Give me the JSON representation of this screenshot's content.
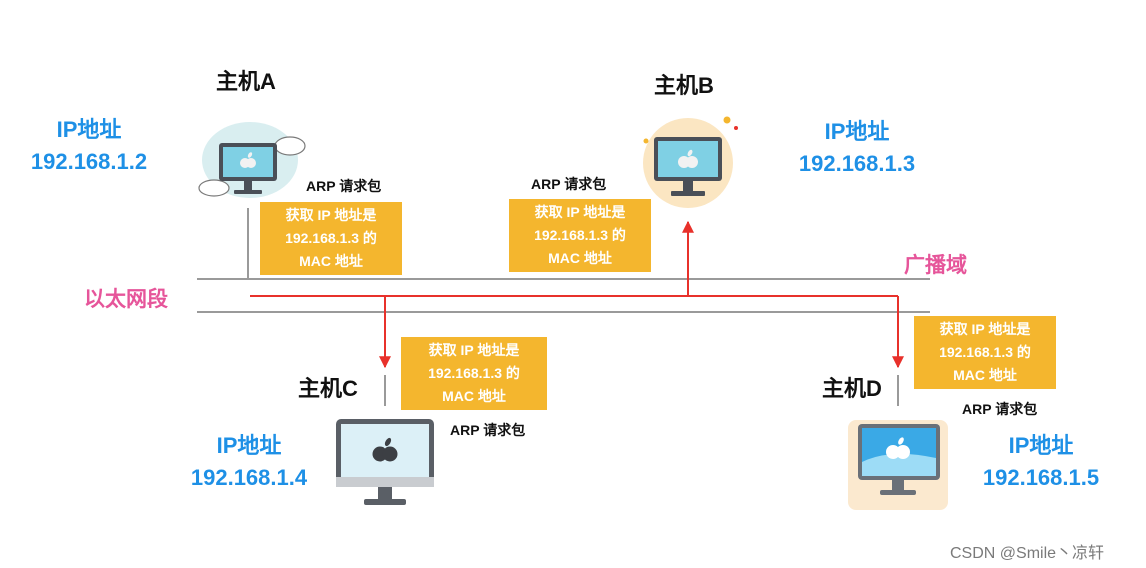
{
  "hosts": {
    "a": {
      "name": "主机A",
      "ip_label": "IP地址",
      "ip": "192.168.1.2",
      "arp": "ARP  请求包",
      "box": [
        "获取 IP 地址是",
        "192.168.1.3 的",
        "MAC 地址"
      ]
    },
    "b": {
      "name": "主机B",
      "ip_label": "IP地址",
      "ip": "192.168.1.3",
      "arp": "ARP  请求包",
      "box": [
        "获取 IP 地址是",
        "192.168.1.3 的",
        "MAC 地址"
      ]
    },
    "c": {
      "name": "主机C",
      "ip_label": "IP地址",
      "ip": "192.168.1.4",
      "arp": "ARP  请求包",
      "box": [
        "获取 IP 地址是",
        "192.168.1.3 的",
        "MAC 地址"
      ]
    },
    "d": {
      "name": "主机D",
      "ip_label": "IP地址",
      "ip": "192.168.1.5",
      "arp": "ARP  请求包",
      "box": [
        "获取 IP 地址是",
        "192.168.1.3 的",
        "MAC 地址"
      ]
    }
  },
  "segment_label": "以太网段",
  "broadcast_label": "广播域",
  "watermark": "CSDN @Smile丶凉轩",
  "colors": {
    "ip_text": "#1e90e6",
    "box_fill": "#f4b62e",
    "arrow": "#e8312b",
    "segment_text": "#e6559a",
    "cable": "#9a9a9a"
  },
  "icons": [
    "computer-icon",
    "apple-logo-icon",
    "cloud-icon"
  ]
}
